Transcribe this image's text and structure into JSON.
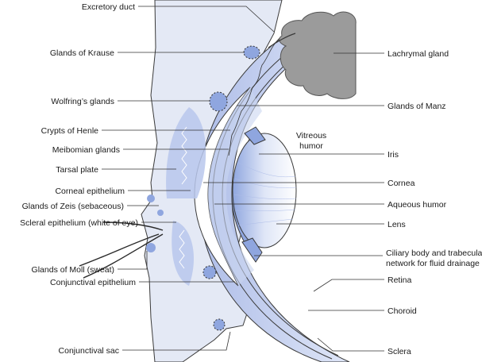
{
  "diagram": {
    "labels_left": {
      "excretory_duct": "Excretory duct",
      "glands_krause": "Glands of Krause",
      "wolfring_glands": "Wolfring’s glands",
      "crypts_henle": "Crypts of Henle",
      "meibomian_glands": "Meibomian glands",
      "tarsal_plate": "Tarsal plate",
      "corneal_epithelium": "Corneal epithelium",
      "glands_zeis": "Glands of Zeis (sebaceous)",
      "scleral_epithelium": "Scleral epithelium (white of eye)",
      "glands_moll": "Glands of Moll (sweat)",
      "conjunctival_epithelium": "Conjunctival epithelium",
      "conjunctival_sac": "Conjunctival sac"
    },
    "labels_right": {
      "lachrymal_gland": "Lachrymal gland",
      "glands_manz": "Glands of Manz",
      "vitreous_line1": "Vitreous",
      "vitreous_line2": "humor",
      "iris": "Iris",
      "cornea": "Cornea",
      "aqueous_humor": "Aqueous humor",
      "lens": "Lens",
      "ciliary_line1": "Ciliary body and trabecular",
      "ciliary_line2": "network for fluid drainage",
      "retina": "Retina",
      "choroid": "Choroid",
      "sclera": "Sclera"
    },
    "colors": {
      "tissue": "#e4e9f5",
      "blue_light": "#c9d5f0",
      "blue_mid": "#8fa6df",
      "gland_gray": "#9b9b9b",
      "outline": "#3a3a3a"
    }
  }
}
